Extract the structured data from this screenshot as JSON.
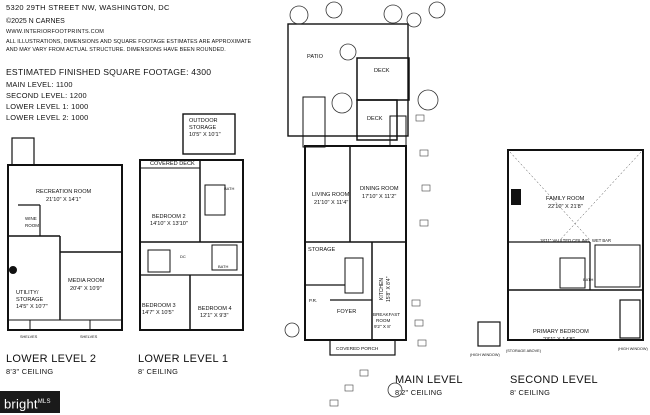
{
  "header": {
    "address": "5320 29TH STREET NW, WASHINGTON, DC",
    "copyright": "©2025 N CARNES",
    "website": "WWW.INTERIORFOOTPRINTS.COM",
    "disclaimer_line1": "ALL ILLUSTRATIONS, DIMENSIONS AND SQUARE FOOTAGE ESTIMATES ARE APPROXIMATE",
    "disclaimer_line2": "AND MAY VARY FROM ACTUAL STRUCTURE. DIMENSIONS HAVE BEEN ROUNDED."
  },
  "sqft": {
    "title": "ESTIMATED FINISHED SQUARE FOOTAGE: 4300",
    "lines": [
      "MAIN LEVEL: 1100",
      "SECOND LEVEL: 1200",
      "LOWER LEVEL 1: 1000",
      "LOWER LEVEL 2: 1000"
    ]
  },
  "levels": [
    {
      "name": "LOWER LEVEL 2",
      "ceiling": "8'3\" CEILING"
    },
    {
      "name": "LOWER LEVEL 1",
      "ceiling": "8' CEILING"
    },
    {
      "name": "MAIN LEVEL",
      "ceiling": "8'2\" CEILING"
    },
    {
      "name": "SECOND LEVEL",
      "ceiling": "8' CEILING"
    }
  ],
  "rooms": {
    "recreation": {
      "name": "RECREATION ROOM",
      "dim": "21'10\" X 14'1\""
    },
    "wine": {
      "name": "WINE",
      "name2": "ROOM"
    },
    "media": {
      "name": "MEDIA ROOM",
      "dim": "20'4\" X 10'9\""
    },
    "utility": {
      "name": "UTILITY/",
      "name2": "STORAGE",
      "dim": "14'5\" X 10'7\""
    },
    "shelves": "SHELVES",
    "outdoor_storage": {
      "name": "OUTDOOR",
      "name2": "STORAGE",
      "dim": "10'5\" X 10'1\""
    },
    "covered_deck": "COVERED DECK",
    "bedroom2": {
      "name": "BEDROOM 2",
      "dim": "14'10\" X 13'10\""
    },
    "bedroom3": {
      "name": "BEDROOM 3",
      "dim": "14'7\" X 10'5\""
    },
    "bedroom4": {
      "name": "BEDROOM 4",
      "dim": "12'1\" X 9'3\""
    },
    "bath": "BATH",
    "dc": "DC",
    "patio": "PATIO",
    "deck": "DECK",
    "living": {
      "name": "LIVING ROOM",
      "dim": "21'10\" X 11'4\""
    },
    "dining": {
      "name": "DINING ROOM",
      "dim": "17'10\" X 11'2\""
    },
    "kitchen": {
      "name": "KITCHEN",
      "dim": "15'8\" X 8'4\""
    },
    "storage": "STORAGE",
    "pr": "P.R.",
    "foyer": "FOYER",
    "breakfast": {
      "name": "BREAKFAST",
      "name2": "ROOM",
      "dim": "9'2\" X 8'"
    },
    "covered_porch": "COVERED PORCH",
    "family": {
      "name": "FAMILY ROOM",
      "dim": "22'10\" X 21'8\""
    },
    "vaulted": "18'11\" VAULTED CEILING",
    "wet_bar": "WET BAR",
    "primary": {
      "name": "PRIMARY BEDROOM",
      "dim": "23'1\" X 14'8\""
    },
    "high_window": "(HIGH WINDOW)",
    "storage_above": "(STORAGE ABOVE)"
  },
  "watermark": {
    "brand": "bright",
    "suffix": "MLS"
  }
}
